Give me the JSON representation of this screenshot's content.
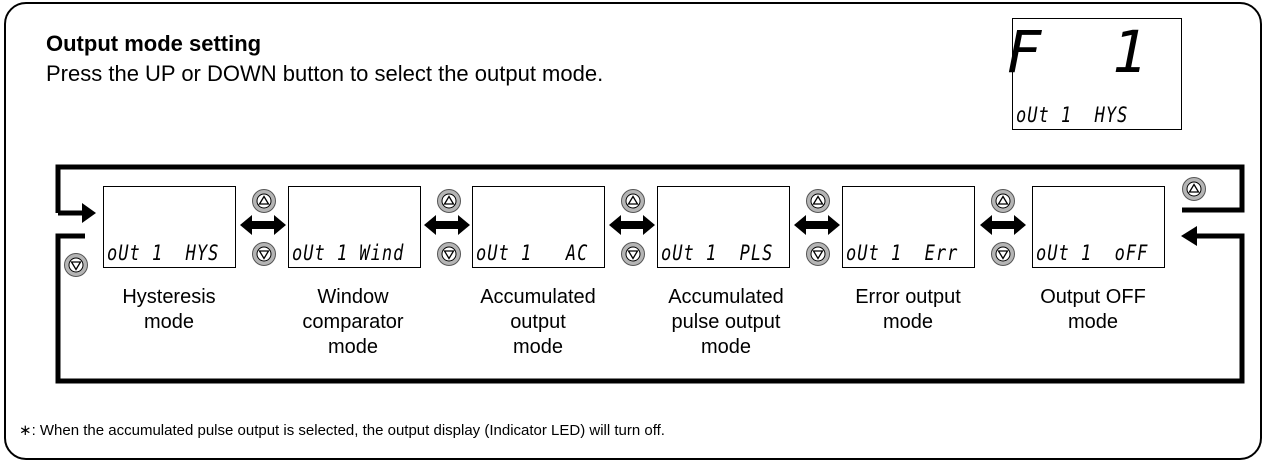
{
  "header": {
    "title": "Output mode setting",
    "instruction": "Press the UP or DOWN button to select the output mode."
  },
  "current_display": {
    "main": "F 1",
    "sub": "oUt 1  HYS"
  },
  "modes": [
    {
      "display": "oUt 1  HYS",
      "label_lines": [
        "Hysteresis",
        "mode"
      ]
    },
    {
      "display": "oUt 1 Wind",
      "label_lines": [
        "Window",
        "comparator",
        "mode"
      ]
    },
    {
      "display": "oUt 1   AC",
      "label_lines": [
        "Accumulated",
        "output",
        "mode"
      ]
    },
    {
      "display": "oUt 1  PLS",
      "label_lines": [
        "Accumulated",
        "pulse output",
        "mode"
      ]
    },
    {
      "display": "oUt 1  Err",
      "label_lines": [
        "Error output",
        "mode"
      ]
    },
    {
      "display": "oUt 1  oFF",
      "label_lines": [
        "Output OFF",
        "mode"
      ]
    }
  ],
  "buttons": {
    "up": "up-button-icon",
    "down": "down-button-icon",
    "color": "#b5b5b5"
  },
  "footnote": "∗: When the accumulated pulse output is selected, the output display (Indicator LED) will turn off."
}
